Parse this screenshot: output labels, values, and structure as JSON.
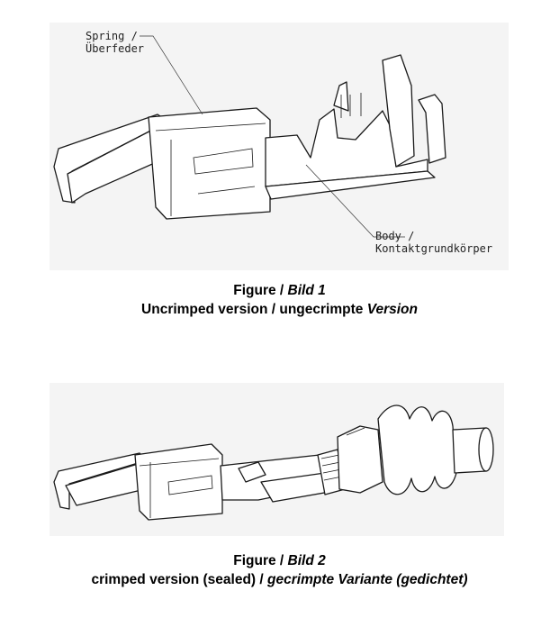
{
  "figure1": {
    "callout_spring_line1": "Spring /",
    "callout_spring_line2": "Überfeder",
    "callout_body_line1": "Body /",
    "callout_body_line2": "Kontaktgrundkörper",
    "caption_line1_normal": "Figure / ",
    "caption_line1_italic": "Bild 1",
    "caption_line2_normal": "Uncrimped version / ungecrimpte ",
    "caption_line2_italic": "Version"
  },
  "figure2": {
    "caption_line1_normal": "Figure / ",
    "caption_line1_italic": "Bild 2",
    "caption_line2_normal": "crimped version (sealed) / ",
    "caption_line2_italic": "gecrimpte Variante (gedichtet)"
  }
}
